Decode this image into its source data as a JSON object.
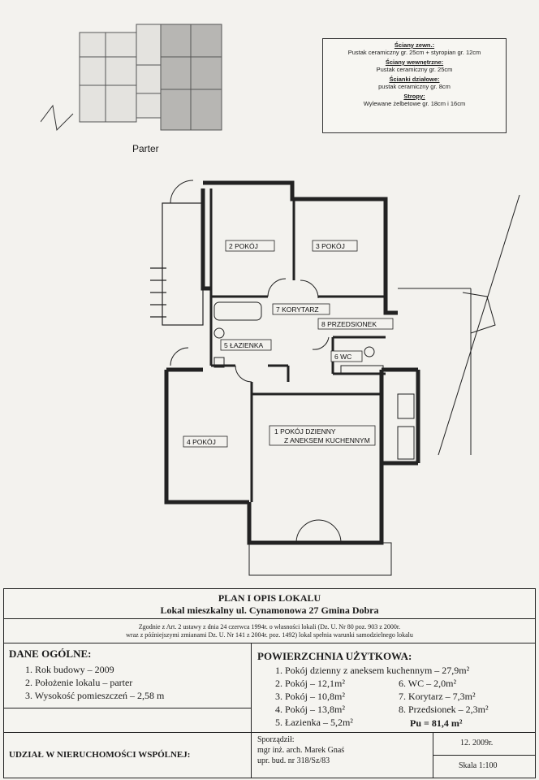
{
  "legend": {
    "outer_walls_title": "Ściany zewn.:",
    "outer_walls": "Pustak ceramiczny gr. 25cm + styropian gr. 12cm",
    "inner_walls_title": "Ściany wewnętrzne:",
    "inner_walls": "Pustak ceramiczny gr. 25cm",
    "partitions_title": "Ścianki działowe:",
    "partitions": "pustak ceramiczny gr. 8cm",
    "ceilings_title": "Stropy:",
    "ceilings": "Wylewane żelbetowe gr. 18cm i 16cm"
  },
  "floor_label": "Parter",
  "rooms": {
    "r1a": "1  POKÓJ DZIENNY",
    "r1b": "Z ANEKSEM KUCHENNYM",
    "r2": "2  POKÓJ",
    "r3": "3  POKÓJ",
    "r4": "4  POKÓJ",
    "r5": "5  ŁAZIENKA",
    "r6": "6  WC",
    "r7": "7  KORYTARZ",
    "r8": "8  PRZEDSIONEK"
  },
  "sheet": {
    "title": "PLAN I OPIS LOKALU",
    "subtitle": "Lokal mieszkalny ul. Cynamonowa 27 Gmina Dobra",
    "legal1": "Zgodnie z Art. 2 ustawy z dnia 24 czerwca 1994r. o własności lokali (Dz. U. Nr 80 poz. 903 z 2000r.",
    "legal2": "wraz z późniejszymi zmianami Dz. U. Nr 141 z 2004r. poz. 1492) lokal spełnia warunki samodzielnego lokalu",
    "general_title": "DANE OGÓLNE:",
    "general": [
      "1.   Rok budowy – 2009",
      "2.   Położenie lokalu – parter",
      "3.   Wysokość pomieszczeń – 2,58 m"
    ],
    "area_title": "POWIERZCHNIA UŻYTKOWA:",
    "area_full": "1.   Pokój dzienny z aneksem kuchennym – 27,9m²",
    "area_left": [
      "2.   Pokój – 12,1m²",
      "3.   Pokój – 10,8m²",
      "4.   Pokój – 13,8m²",
      "5.   Łazienka – 5,2m²"
    ],
    "area_right": [
      "6.  WC – 2,0m²",
      "7.  Korytarz – 7,3m²",
      "8.  Przedsionek – 2,3m²"
    ],
    "total": "Pu = 81,4 m²",
    "share": "UDZIAŁ W NIERUCHOMOŚCI WSPÓLNEJ:",
    "prepared_label": "Sporządził:",
    "prepared_name": "mgr inż. arch. Marek Gnaś",
    "prepared_lic": "upr. bud. nr  318/Sz/83",
    "date": "12. 2009r.",
    "scale": "Skala 1:100"
  }
}
